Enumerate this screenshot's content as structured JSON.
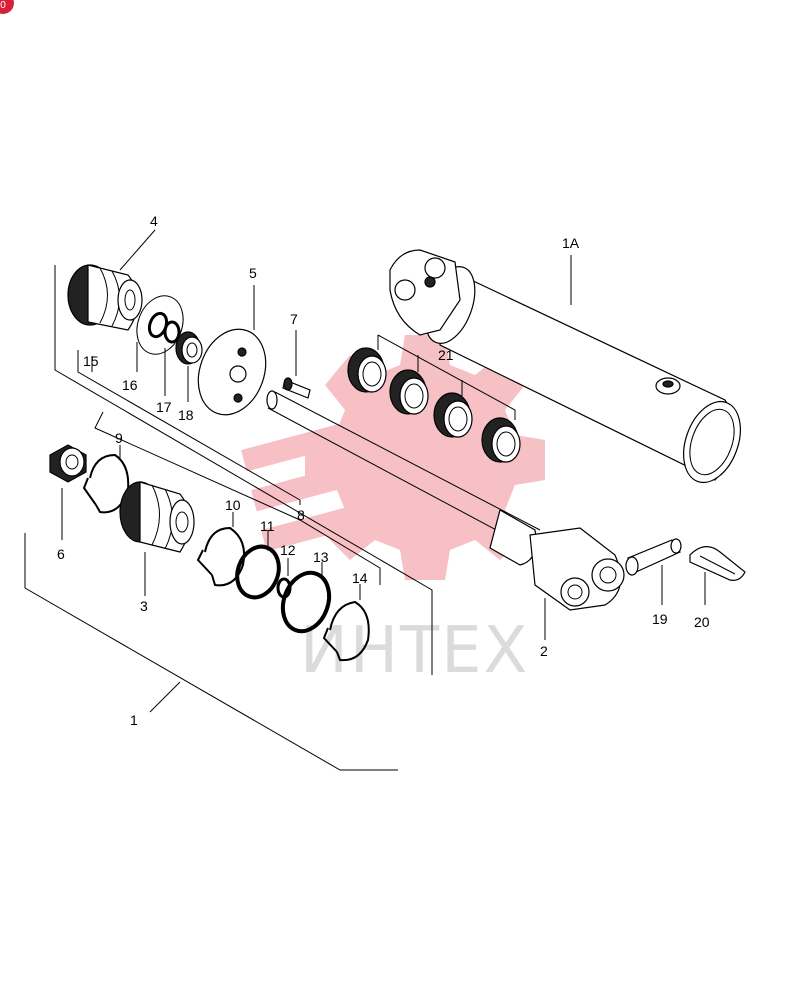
{
  "badge": {
    "text": "0",
    "color": "#d9203a"
  },
  "watermark": {
    "text": "ИНТЕХ",
    "color": "#e02030"
  },
  "callouts": {
    "c1": "1",
    "c1A": "1A",
    "c2": "2",
    "c3": "3",
    "c4": "4",
    "c5": "5",
    "c6": "6",
    "c7": "7",
    "c8": "8",
    "c9": "9",
    "c10": "10",
    "c11": "11",
    "c12": "12",
    "c13": "13",
    "c14": "14",
    "c15": "15",
    "c16": "16",
    "c17": "17",
    "c18": "18",
    "c19": "19",
    "c20": "20",
    "c21": "21"
  }
}
